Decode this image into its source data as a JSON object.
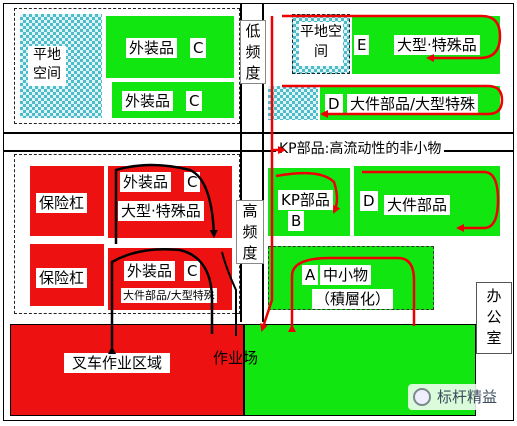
{
  "top_left": {
    "flat_space": "平地空间",
    "exterior_c_1": "外装品",
    "exterior_c_2": "外装品",
    "letter_c": "C"
  },
  "low_freq": {
    "label": "低频度"
  },
  "top_right": {
    "flat_space": "平地空间",
    "letter_e": "E",
    "large_special": "大型·特殊品",
    "letter_d": "D",
    "large_parts_special": "大件部品/大型特殊"
  },
  "kp_title": "KP部品:高流动性的非小物",
  "high_freq": {
    "label": "高频度"
  },
  "mid_left": {
    "bumper_1": "保险杠",
    "bumper_2": "保险杠",
    "exterior_1": "外装品",
    "exterior_2": "外装品",
    "letter_c": "C",
    "large_special": "大型·特殊品",
    "large_parts_special": "大件部品/大型特殊"
  },
  "mid_right": {
    "kp_parts": "KP部品",
    "letter_b": "B",
    "letter_d": "D",
    "large_parts": "大件部品",
    "letter_a": "A",
    "small_items": "中小物",
    "stacked": "（積層化）"
  },
  "office": "办公室",
  "bottom": {
    "forklift_zone": "叉车作业区域",
    "work_area": "作业场"
  },
  "watermark": {
    "text": "标杆精益"
  }
}
